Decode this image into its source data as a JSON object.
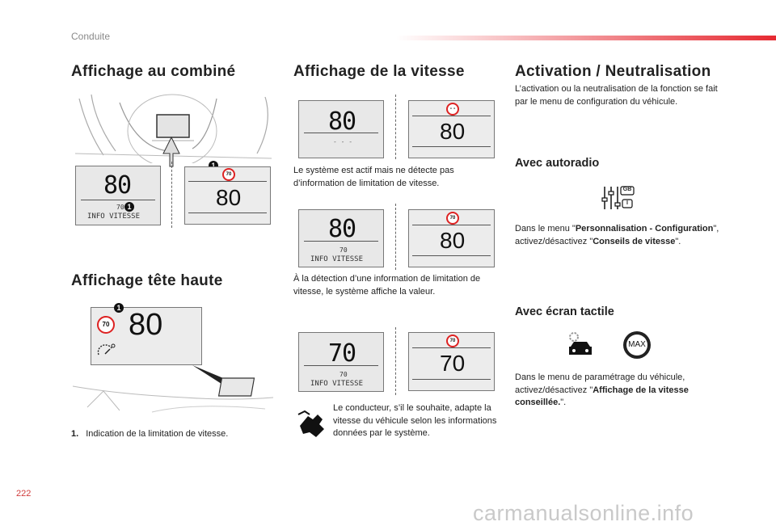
{
  "header": {
    "section": "Conduite"
  },
  "footer": {
    "page_number": "222",
    "watermark": "carmanualsonline.info"
  },
  "col1": {
    "title_combine": "Affichage au combiné",
    "title_hud": "Affichage tête haute",
    "cluster_left": {
      "speed": "80",
      "small": "70",
      "caption": "INFO VITESSE"
    },
    "cluster_right": {
      "sign": "70",
      "speed": "80"
    },
    "hud": {
      "sign": "70",
      "speed": "80"
    },
    "callout_marker": "1",
    "footnote_number": "1.",
    "footnote_text": "Indication de la limitation de vitesse."
  },
  "col2": {
    "title": "Affichage de la vitesse",
    "row1": {
      "left_speed": "80",
      "left_small": "- - -",
      "right_sign": "- -",
      "right_speed": "80"
    },
    "text1": "Le système est actif mais ne détecte pas d’information de limitation de vitesse.",
    "row2": {
      "left_speed": "80",
      "left_small": "70",
      "left_caption": "INFO VITESSE",
      "right_sign": "70",
      "right_speed": "80"
    },
    "text2": "À la détection d’une information de limitation de vitesse, le système affiche la valeur.",
    "row3": {
      "left_speed": "70",
      "left_small": "70",
      "left_caption": "INFO VITESSE",
      "right_sign": "70",
      "right_speed": "70"
    },
    "text3": "Le conducteur, s’il le souhaite, adapte la vitesse du véhicule selon les informations données par le système."
  },
  "col3": {
    "title": "Activation / Neutralisation",
    "intro": "L’activation ou la neutralisation de la fonction se fait par le menu de configuration du véhicule.",
    "radio_title": "Avec autoradio",
    "radio_text_1": "Dans le menu \"",
    "radio_menu": "Personnalisation - Configuration",
    "radio_text_2": "\", activez/désactivez \"",
    "radio_option": "Conseils de vitesse",
    "radio_text_3": "\".",
    "radio_icon_badge_top": "GB",
    "radio_icon_badge_bottom": "I",
    "touch_title": "Avec écran tactile",
    "touch_text_1": "Dans le menu de paramétrage du véhicule, activez/désactivez \"",
    "touch_option": "Affichage de la vitesse conseillée.",
    "touch_text_2": "\".",
    "max_label": "MAX"
  },
  "colors": {
    "accent_red": "#e62a32",
    "sign_red": "#dd2222",
    "panel_gray": "#e8e8e8"
  }
}
